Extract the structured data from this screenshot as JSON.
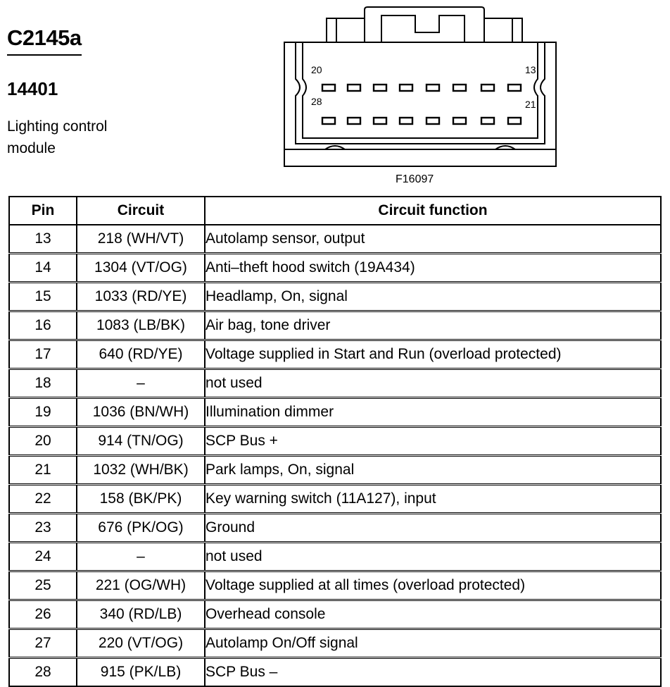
{
  "header": {
    "connector_id": "C2145a",
    "part_number": "14401",
    "description": "Lighting control module"
  },
  "diagram": {
    "label_top_left": "20",
    "label_top_right": "13",
    "label_bottom_left": "28",
    "label_bottom_right": "21",
    "figure_id": "F16097"
  },
  "table": {
    "headers": {
      "pin": "Pin",
      "circuit": "Circuit",
      "function": "Circuit function"
    },
    "rows": [
      {
        "pin": "13",
        "circuit": "218 (WH/VT)",
        "function": "Autolamp sensor, output"
      },
      {
        "pin": "14",
        "circuit": "1304 (VT/OG)",
        "function": "Anti–theft hood switch (19A434)"
      },
      {
        "pin": "15",
        "circuit": "1033 (RD/YE)",
        "function": "Headlamp, On, signal"
      },
      {
        "pin": "16",
        "circuit": "1083 (LB/BK)",
        "function": "Air bag, tone driver"
      },
      {
        "pin": "17",
        "circuit": "640 (RD/YE)",
        "function": "Voltage supplied in Start and Run (overload protected)"
      },
      {
        "pin": "18",
        "circuit": "–",
        "function": "not used"
      },
      {
        "pin": "19",
        "circuit": "1036 (BN/WH)",
        "function": "Illumination dimmer"
      },
      {
        "pin": "20",
        "circuit": "914 (TN/OG)",
        "function": "SCP Bus +"
      },
      {
        "pin": "21",
        "circuit": "1032 (WH/BK)",
        "function": "Park lamps, On, signal"
      },
      {
        "pin": "22",
        "circuit": "158 (BK/PK)",
        "function": "Key warning switch (11A127), input"
      },
      {
        "pin": "23",
        "circuit": "676 (PK/OG)",
        "function": "Ground"
      },
      {
        "pin": "24",
        "circuit": "–",
        "function": "not used"
      },
      {
        "pin": "25",
        "circuit": "221 (OG/WH)",
        "function": "Voltage supplied at all times (overload protected)"
      },
      {
        "pin": "26",
        "circuit": "340 (RD/LB)",
        "function": "Overhead console"
      },
      {
        "pin": "27",
        "circuit": "220 (VT/OG)",
        "function": "Autolamp On/Off signal"
      },
      {
        "pin": "28",
        "circuit": "915 (PK/LB)",
        "function": "SCP Bus –"
      }
    ]
  }
}
